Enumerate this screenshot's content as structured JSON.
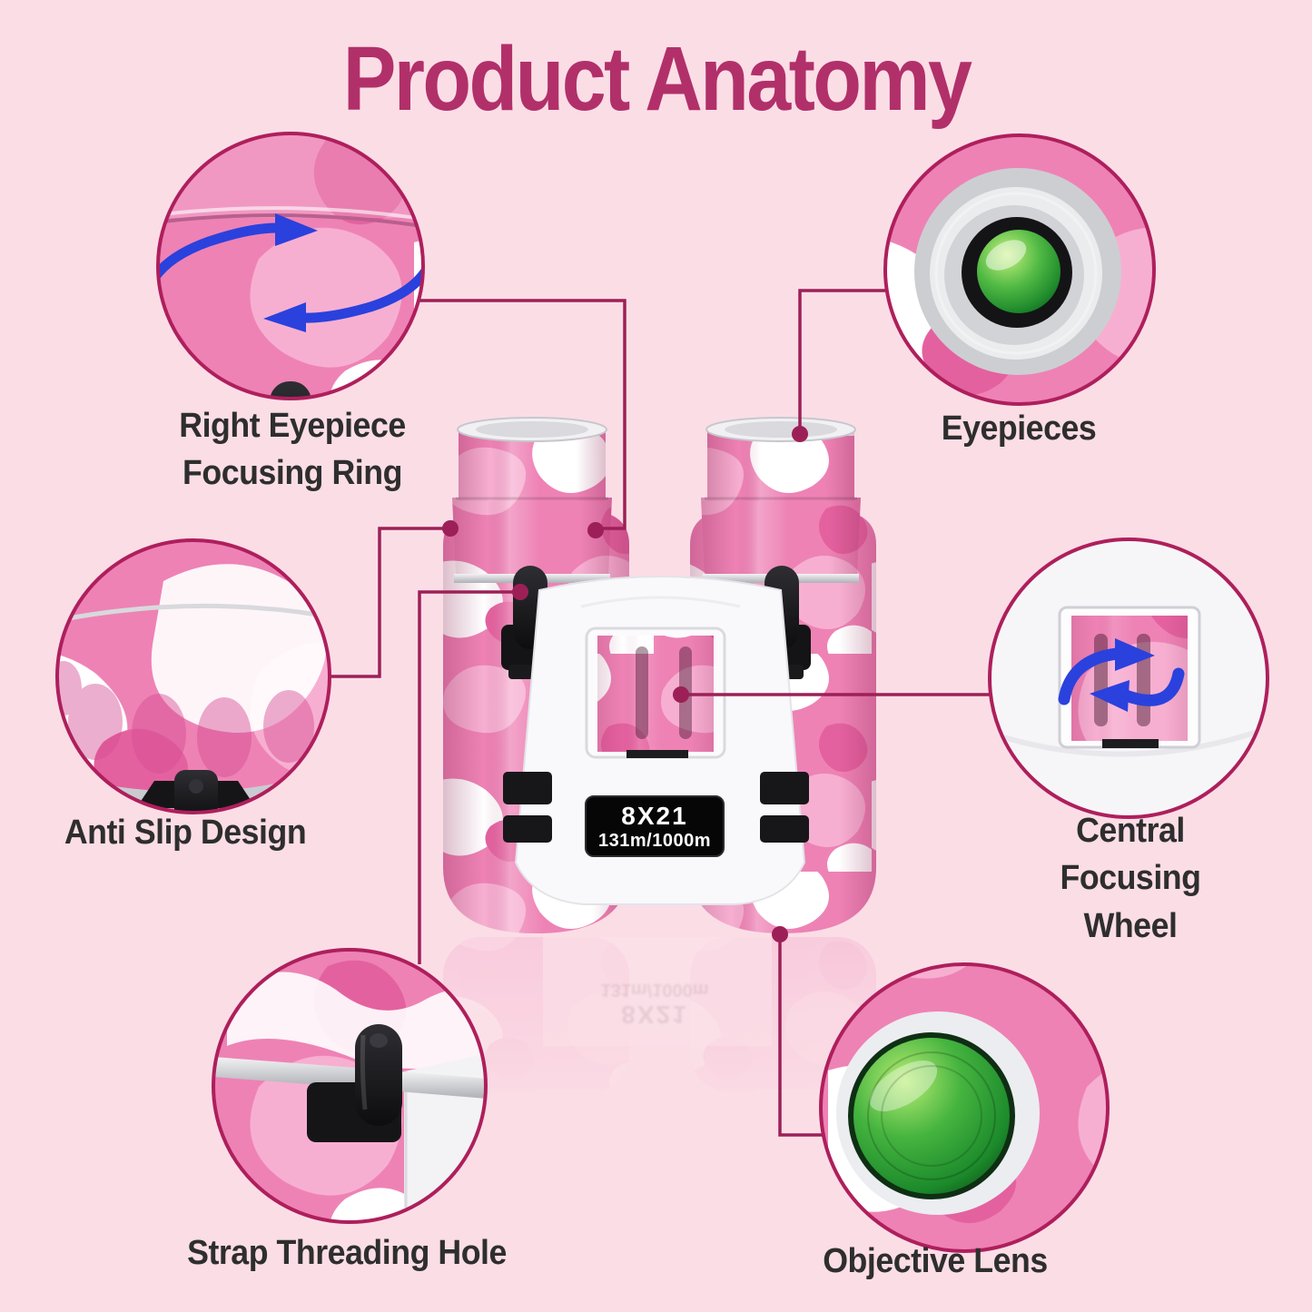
{
  "title": "Product Anatomy",
  "display": {
    "line1": "8X21",
    "line2": "131m/1000m"
  },
  "callouts": [
    {
      "id": "right-eyepiece-focusing-ring",
      "label": "Right Eyepiece\nFocusing Ring"
    },
    {
      "id": "eyepieces",
      "label": "Eyepieces"
    },
    {
      "id": "anti-slip-design",
      "label": "Anti Slip Design"
    },
    {
      "id": "central-focusing-wheel",
      "label": "Central\nFocusing Wheel"
    },
    {
      "id": "strap-threading-hole",
      "label": "Strap Threading Hole"
    },
    {
      "id": "objective-lens",
      "label": "Objective Lens"
    }
  ],
  "icons": {
    "rotation_arrows": "two curved blue arrows circling the eyepiece ring",
    "focus_wheel_arrows": "two curved blue arrows over the focusing wheel"
  },
  "colors": {
    "background": "#fbdde6",
    "title": "#b13069",
    "label_text": "#2e2e2e",
    "connector": "#9c2057",
    "circle_border": "#ae1f5c",
    "arrow_blue": "#2a41dd",
    "lens_green": "#2f9e3a",
    "camo_pink": "#ee82b5",
    "display_background": "#060607",
    "display_text": "#ffffff"
  }
}
